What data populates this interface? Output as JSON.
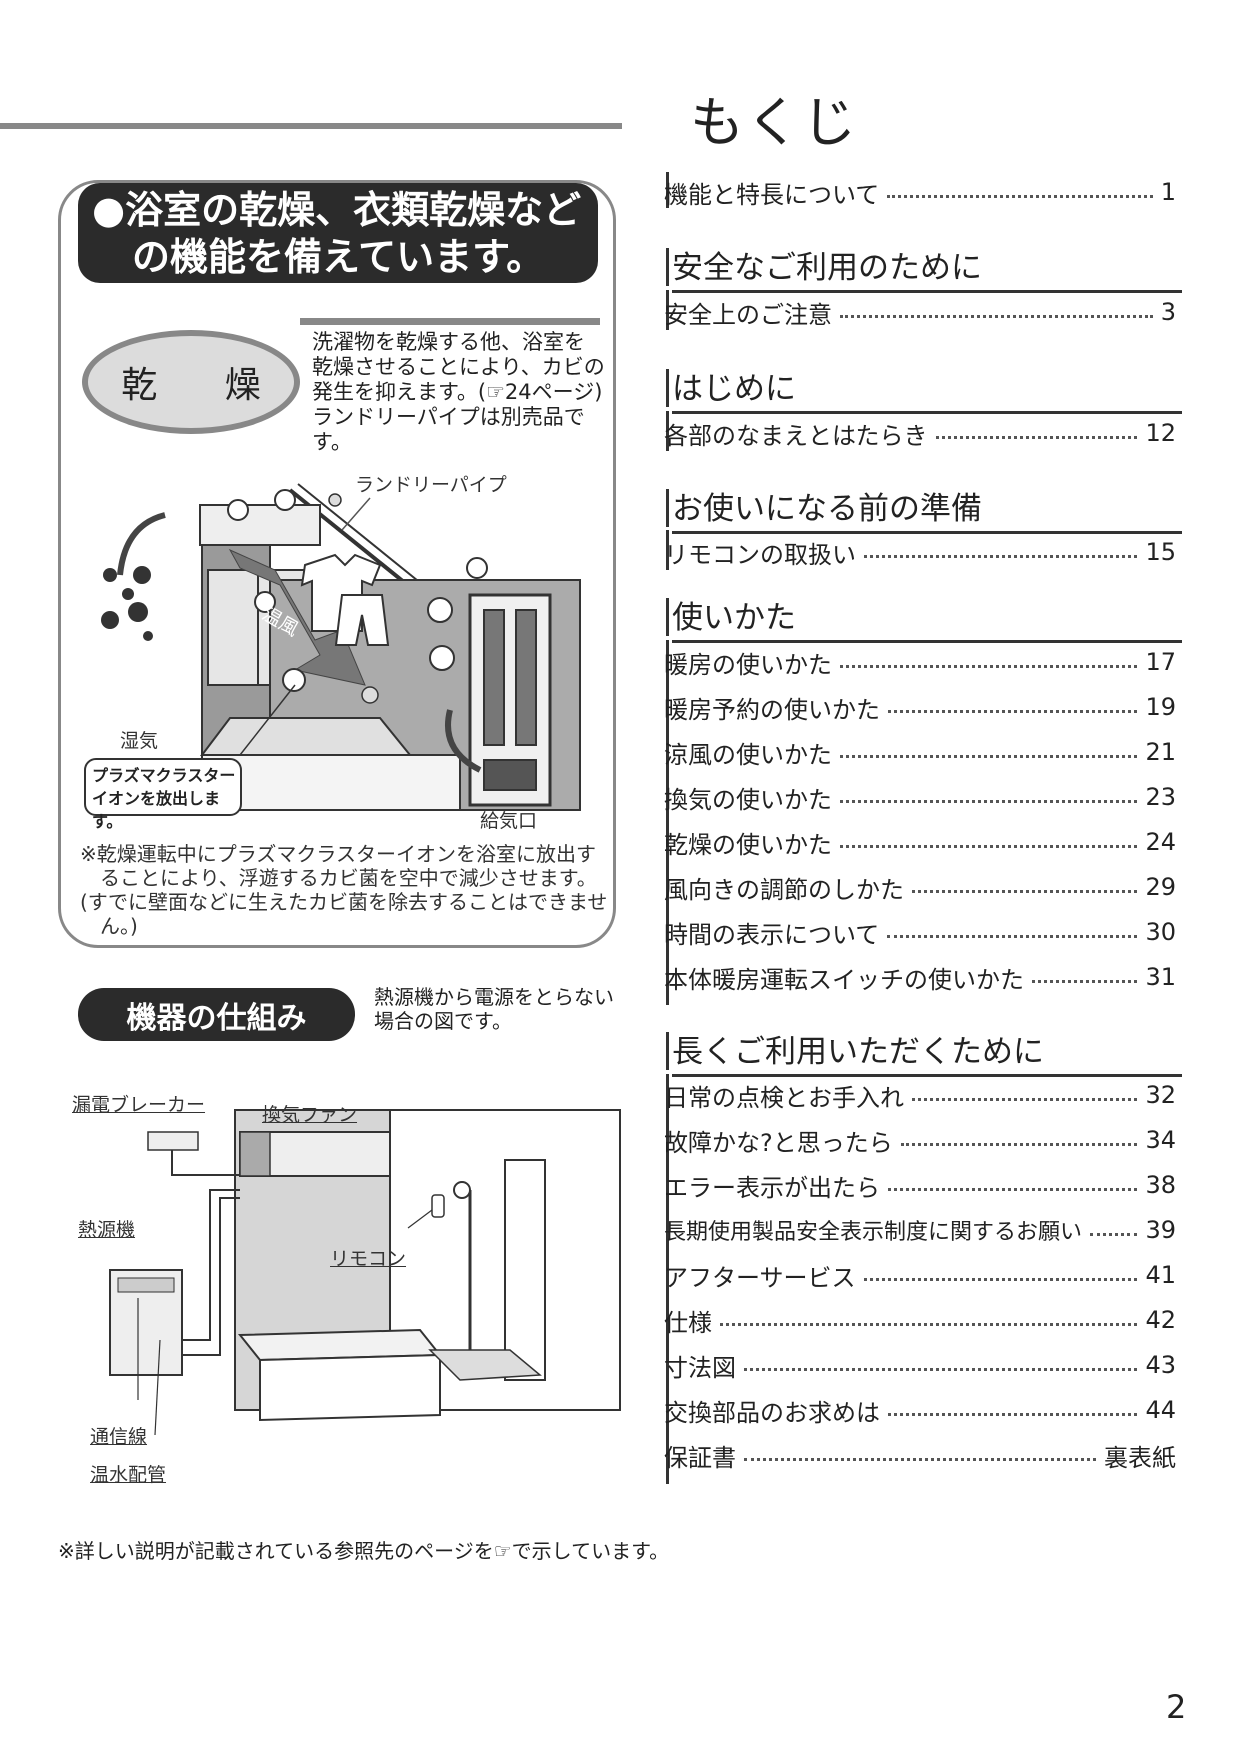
{
  "title": "もくじ",
  "feature": {
    "headline_line1": "●浴室の乾燥、衣類乾燥など",
    "headline_line2": "の機能を備えています。",
    "drying_label": "乾 燥",
    "drying_desc_line1": "洗濯物を乾燥する他、浴室を",
    "drying_desc_line2": "乾燥させることにより、カビの",
    "drying_desc_line3": "発生を抑えます。(☞24ページ)",
    "drying_desc_line4": "ランドリーパイプは別売品です。",
    "laundry_pipe_label": "ランドリーパイプ",
    "warm_air_label": "温風",
    "humidity_label": "湿気",
    "air_intake_label": "給気口",
    "plasma_callout_line1": "プラズマクラスター",
    "plasma_callout_line2": "イオンを放出します。",
    "note_line1": "※乾燥運転中にプラズマクラスターイオンを浴室に放出することにより、浮遊するカビ菌を空中で減少させます。",
    "note_line2": "(すでに壁面などに生えたカビ菌を除去することはできません。)"
  },
  "mechanism": {
    "badge": "機器の仕組み",
    "desc_line1": "熱源機から電源をとらない",
    "desc_line2": "場合の図です。",
    "breaker_label": "漏電ブレーカー",
    "fan_label": "換気ファン",
    "heat_source_label": "熱源機",
    "remote_label": "リモコン",
    "signal_label": "通信線",
    "pipe_label": "温水配管"
  },
  "toc": {
    "intro": {
      "title": "機能と特長について",
      "page": "1"
    },
    "sections": [
      {
        "heading": "安全なご利用のために",
        "items": [
          {
            "title": "安全上のご注意",
            "page": "3"
          }
        ]
      },
      {
        "heading": "はじめに",
        "items": [
          {
            "title": "各部のなまえとはたらき",
            "page": "12"
          }
        ]
      },
      {
        "heading": "お使いになる前の準備",
        "items": [
          {
            "title": "リモコンの取扱い",
            "page": "15"
          }
        ]
      },
      {
        "heading": "使いかた",
        "items": [
          {
            "title": "暖房の使いかた",
            "page": "17"
          },
          {
            "title": "暖房予約の使いかた",
            "page": "19"
          },
          {
            "title": "涼風の使いかた",
            "page": "21"
          },
          {
            "title": "換気の使いかた",
            "page": "23"
          },
          {
            "title": "乾燥の使いかた",
            "page": "24"
          },
          {
            "title": "風向きの調節のしかた",
            "page": "29"
          },
          {
            "title": "時間の表示について",
            "page": "30"
          },
          {
            "title": "本体暖房運転スイッチの使いかた",
            "page": "31"
          }
        ]
      },
      {
        "heading": "長くご利用いただくために",
        "items": [
          {
            "title": "日常の点検とお手入れ",
            "page": "32"
          },
          {
            "title": "故障かな?と思ったら",
            "page": "34"
          },
          {
            "title": "エラー表示が出たら",
            "page": "38"
          },
          {
            "title": "長期使用製品安全表示制度に関するお願い",
            "page": "39"
          },
          {
            "title": "アフターサービス",
            "page": "41"
          },
          {
            "title": "仕様",
            "page": "42"
          },
          {
            "title": "寸法図",
            "page": "43"
          },
          {
            "title": "交換部品のお求めは",
            "page": "44"
          },
          {
            "title": "保証書",
            "page": "裏表紙"
          }
        ]
      }
    ]
  },
  "footnote": "※詳しい説明が記載されている参照先のページを☞で示しています。",
  "page_number": "2"
}
